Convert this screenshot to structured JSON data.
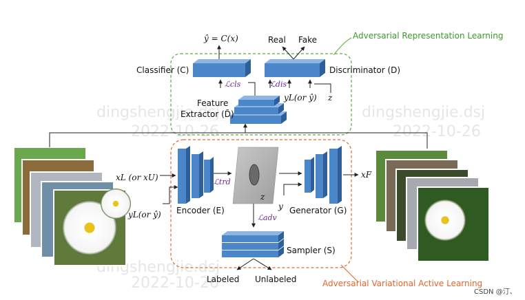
{
  "labels": {
    "y_hat_eq": "ŷ = C(x)",
    "real": "Real",
    "fake": "Fake",
    "arl": "Adversarial Representation Learning",
    "classifier": "Classifier (C)",
    "discriminator": "Discriminator (D)",
    "l_cls": "ℒcls",
    "l_dis": "ℒdis",
    "yl_or_yhat_top": "yL(or ŷ)",
    "z_top": "z",
    "feature": "Feature",
    "extractor": "Extractor (D̃)",
    "xl_or_xu": "xL (or xU)",
    "l_trd": "ℒtrd",
    "z_mid": "z",
    "x_f": "xF",
    "y": "y",
    "yl_or_yhat_left": "yL(or ŷ)",
    "encoder": "Encoder (E)",
    "generator": "Generator (G)",
    "l_adv": "ℒadv",
    "sampler": "Sampler (S)",
    "labeled": "Labeled",
    "unlabeled": "Unlabeled",
    "avl": "Adversarial Variational Active Learning",
    "footer": "CSDN @汀、"
  },
  "watermarks": [
    "dingshengjie.dsj",
    "2022-10-26",
    "dingshengjie.dsj",
    "2022-10-26",
    "dingshengjie.dsj",
    "2022-10-26"
  ],
  "colors": {
    "block_front": "#4a86c8",
    "block_top": "#8fb6e2",
    "block_side": "#2f5f99",
    "green_box": "#5aaa3a",
    "orange_box": "#e0662a",
    "loss": "#6a2a9a"
  }
}
